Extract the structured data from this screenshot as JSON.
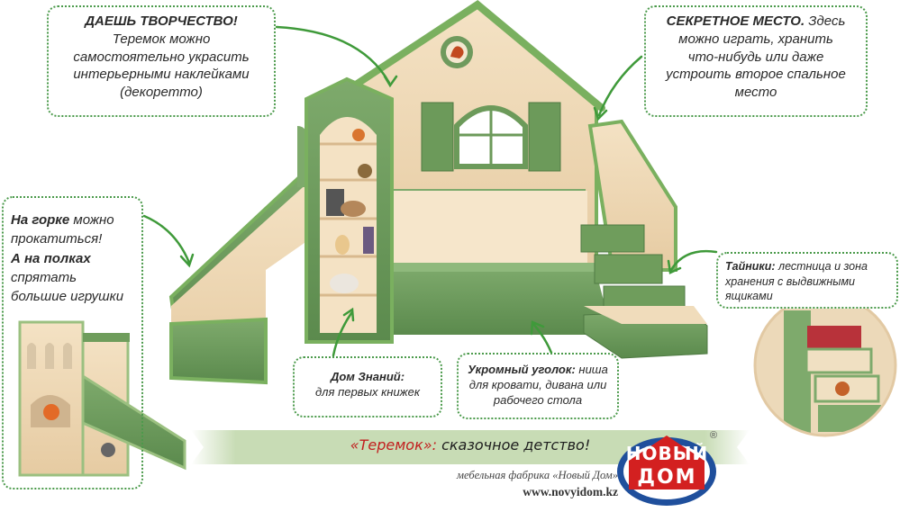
{
  "callouts": {
    "top_left": {
      "title": "ДАЕШЬ ТВОРЧЕСТВО!",
      "lines": [
        "Теремок можно",
        "самостоятельно украсить",
        "интерьерными наклейками",
        "(декоретто)"
      ]
    },
    "top_right": {
      "title": "СЕКРЕТНОЕ МЕСТО.",
      "title_rest": " Здесь",
      "lines": [
        "можно играть, хранить",
        "что-нибудь или даже",
        "устроить второе спальное",
        "место"
      ]
    },
    "left": {
      "line1_bold": "На горке",
      "line1_rest": " можно",
      "line2": "прокатиться!",
      "line3_bold": "А на полках",
      "line4": "спрятать",
      "line5": "большие игрушки"
    },
    "mid1": {
      "title": "Дом Знаний:",
      "text": "для первых книжек"
    },
    "mid2": {
      "title": "Укромный уголок:",
      "title_rest": " ниша",
      "lines": [
        "для кровати, дивана или",
        "рабочего стола"
      ]
    },
    "right": {
      "title": "Тайники:",
      "title_rest": " лестница и зона",
      "lines": [
        "хранения с выдвижными",
        "ящиками"
      ]
    }
  },
  "banner": {
    "quote": "«Теремок»:",
    "text": " сказочное детство!"
  },
  "footer": {
    "factory": "мебельная фабрика «Новый Дом»",
    "site": "www.novyidom.kz"
  },
  "logo": {
    "line1": "НОВЫЙ",
    "line2": "ДОМ",
    "reg": "®"
  },
  "colors": {
    "green": "#6d9a5c",
    "dark_green": "#4f7a43",
    "wood": "#efd9b6",
    "accent_red": "#c21f1f",
    "logo_blue": "#1f4f9c"
  }
}
